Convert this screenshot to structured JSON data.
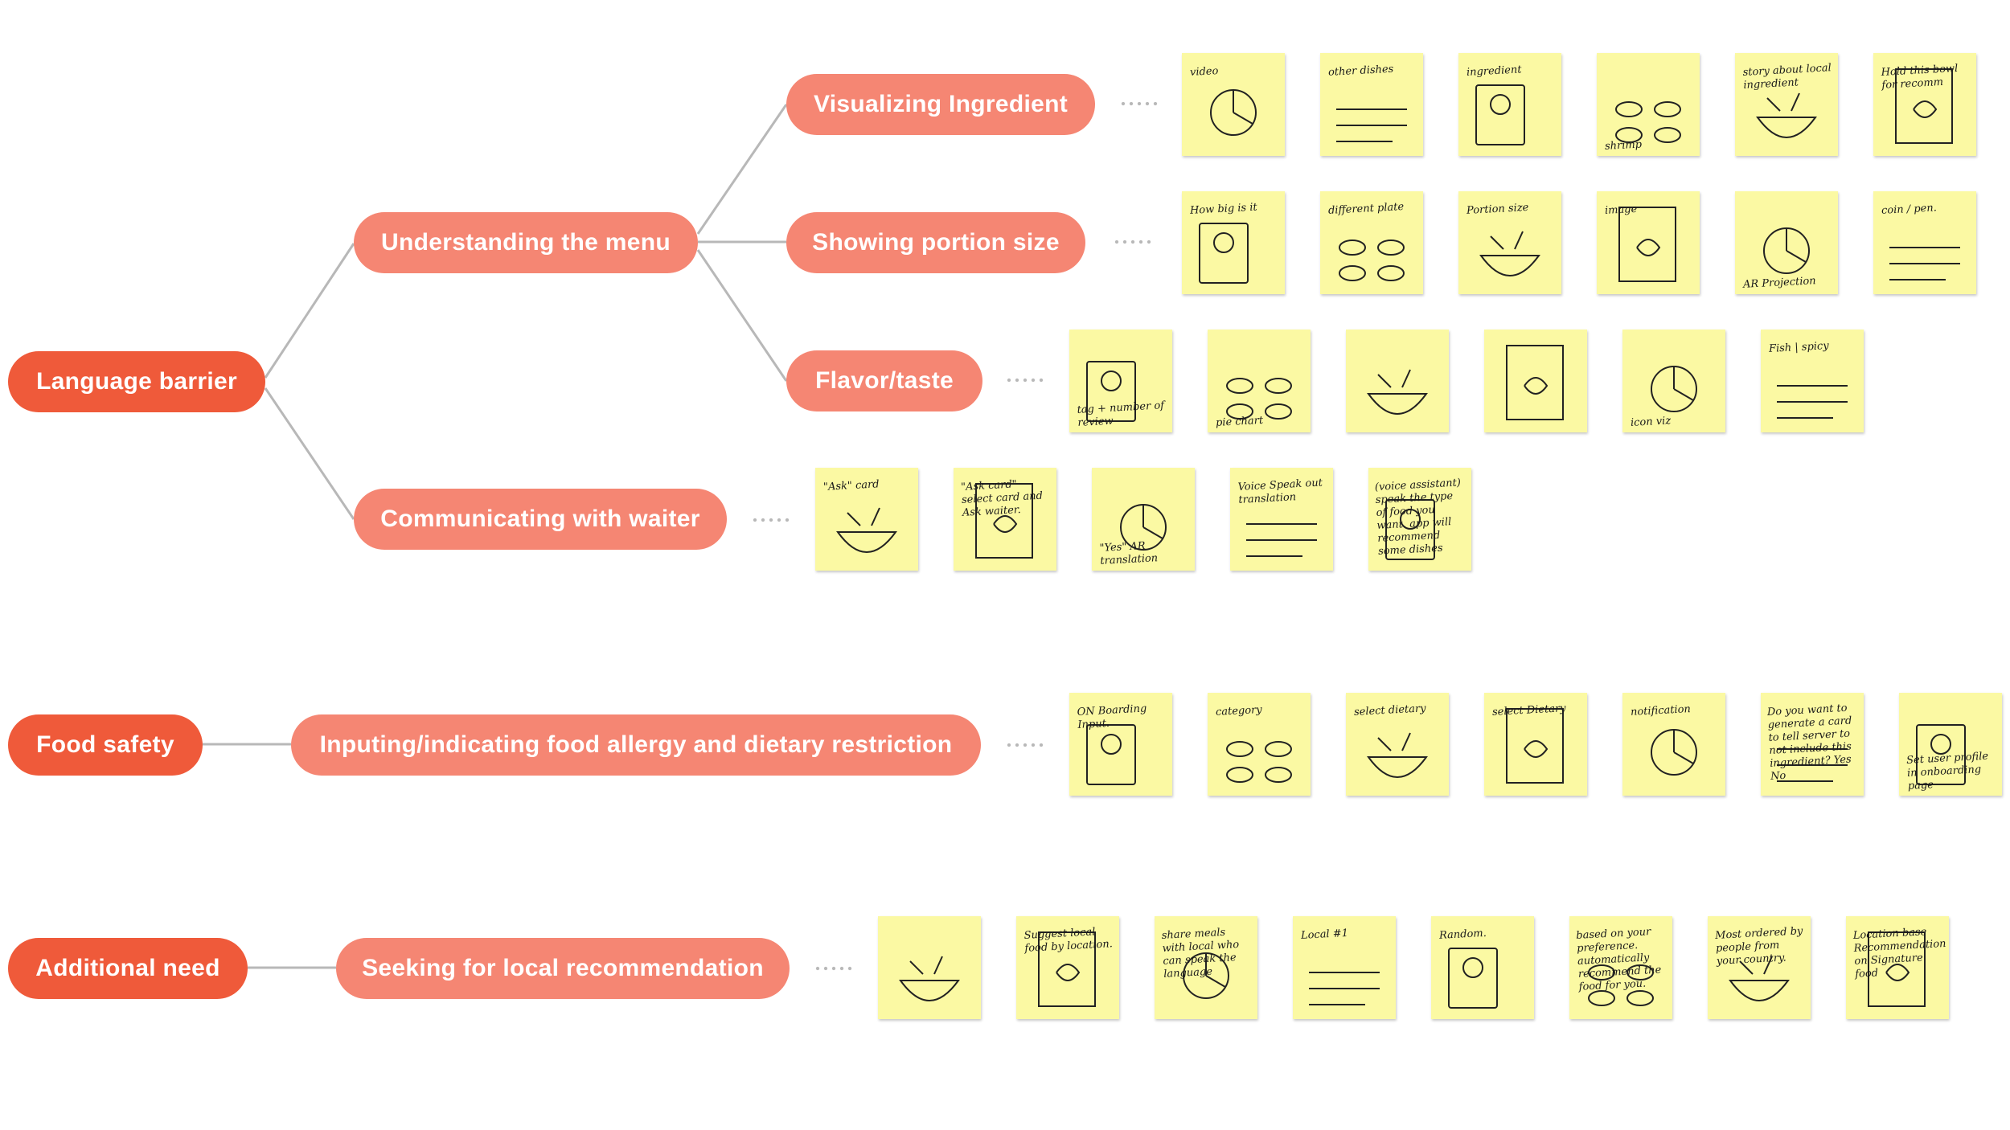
{
  "categories": {
    "language_barrier": "Language barrier",
    "food_safety": "Food safety",
    "additional_need": "Additional need"
  },
  "subtopics": {
    "understanding_menu": "Understanding the menu",
    "communicating_waiter": "Communicating with waiter",
    "food_allergy": "Inputing/indicating food allergy and dietary restriction",
    "local_recommendation": "Seeking for local recommendation"
  },
  "ideas": {
    "visualizing_ingredient": "Visualizing Ingredient",
    "portion_size": "Showing portion size",
    "flavor_taste": "Flavor/taste"
  },
  "colors": {
    "root_pill": "#ef5a3a",
    "sub_pill": "#f58673",
    "sticky_note": "#fbf9a3",
    "connector": "#b8b8b8"
  },
  "sketch_notes": {
    "visualizing_ingredient": [
      {
        "caption": "video",
        "position": "top"
      },
      {
        "caption": "other dishes",
        "position": "top"
      },
      {
        "caption": "ingredient",
        "position": "top"
      },
      {
        "caption": "shrimp",
        "position": "bottom"
      },
      {
        "caption": "story about local ingredient",
        "position": "top"
      },
      {
        "caption": "Hold this bowl for recomm",
        "position": "top"
      }
    ],
    "portion_size": [
      {
        "caption": "How big is it",
        "position": "top"
      },
      {
        "caption": "different plate",
        "position": "top"
      },
      {
        "caption": "Portion size",
        "position": "top"
      },
      {
        "caption": "image",
        "position": "top"
      },
      {
        "caption": "AR Projection",
        "position": "bottom"
      },
      {
        "caption": "coin / pen.",
        "position": "top"
      }
    ],
    "flavor_taste": [
      {
        "caption": "tag + number of review",
        "position": "bottom"
      },
      {
        "caption": "pie chart",
        "position": "bottom"
      },
      {
        "caption": "",
        "position": "top"
      },
      {
        "caption": "",
        "position": "top"
      },
      {
        "caption": "icon viz",
        "position": "bottom"
      },
      {
        "caption": "Fish | spicy",
        "position": "top"
      }
    ],
    "communicating_waiter": [
      {
        "caption": "\"Ask\" card",
        "position": "top"
      },
      {
        "caption": "\"Ask card\" select card and Ask waiter.",
        "position": "top"
      },
      {
        "caption": "\"Yes\" AR translation",
        "position": "bottom"
      },
      {
        "caption": "Voice Speak out translation",
        "position": "top"
      },
      {
        "caption": "(voice assistant) speak the type of food you want. app will recommend some dishes",
        "position": "top"
      }
    ],
    "food_allergy": [
      {
        "caption": "ON Boarding Input.",
        "position": "top"
      },
      {
        "caption": "category",
        "position": "top"
      },
      {
        "caption": "select dietary",
        "position": "top"
      },
      {
        "caption": "select Dietary",
        "position": "top"
      },
      {
        "caption": "notification",
        "position": "top"
      },
      {
        "caption": "Do you want to generate a card to tell server to not include this ingredient? Yes No",
        "position": "top"
      },
      {
        "caption": "Set user profile in onboarding page",
        "position": "bottom"
      }
    ],
    "local_recommendation": [
      {
        "caption": "",
        "position": "top"
      },
      {
        "caption": "Suggest local food by location.",
        "position": "top"
      },
      {
        "caption": "share meals with local who can speak the language",
        "position": "top"
      },
      {
        "caption": "Local #1",
        "position": "top"
      },
      {
        "caption": "Random.",
        "position": "top"
      },
      {
        "caption": "based on your preference. automatically recommend the food for you.",
        "position": "top"
      },
      {
        "caption": "Most ordered by people from your country.",
        "position": "top"
      },
      {
        "caption": "Location base Recommendation on Signature food",
        "position": "top"
      }
    ]
  }
}
